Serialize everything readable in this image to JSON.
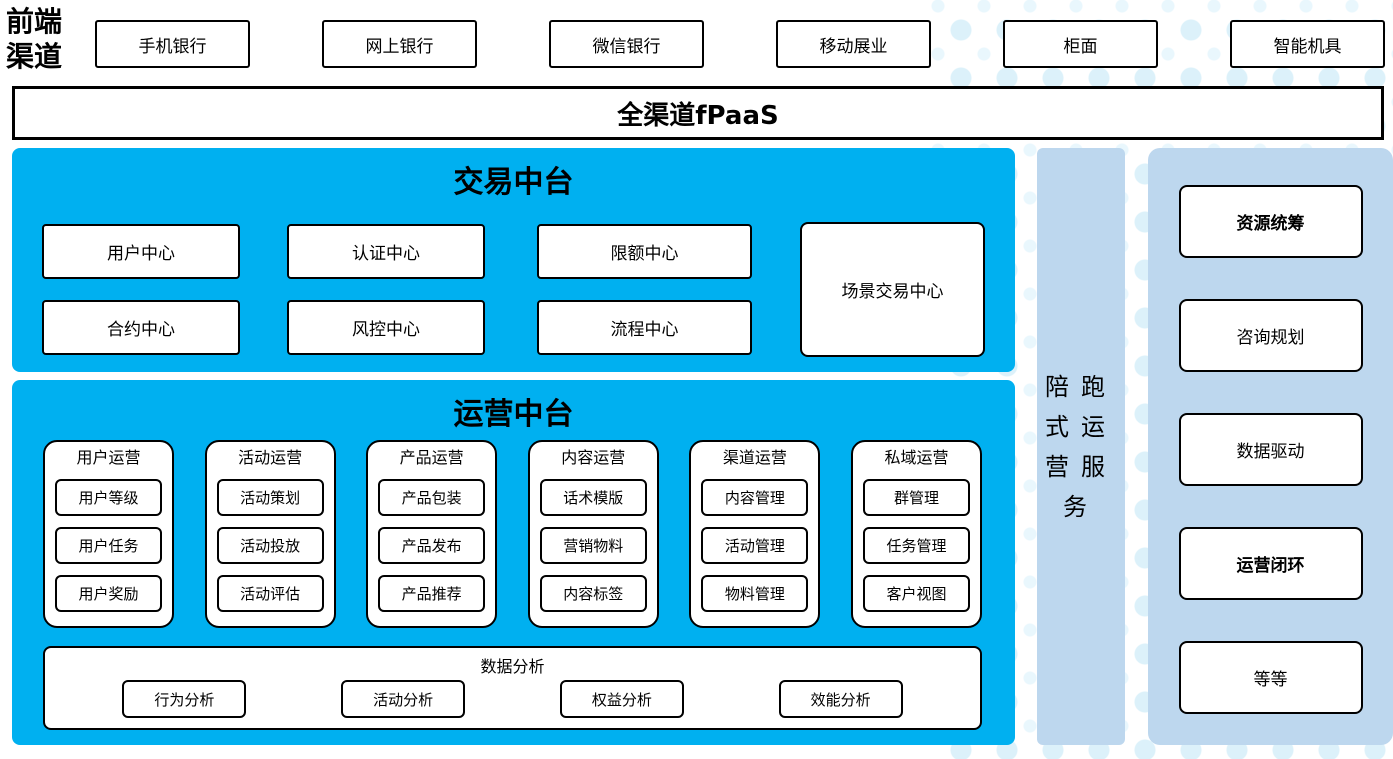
{
  "front_channels": {
    "label": "前端渠道",
    "items": [
      "手机银行",
      "网上银行",
      "微信银行",
      "移动展业",
      "柜面",
      "智能机具"
    ]
  },
  "fpaas": {
    "label": "全渠道fPaaS"
  },
  "trade_platform": {
    "title": "交易中台",
    "centers": [
      "用户中心",
      "认证中心",
      "限额中心",
      "合约中心",
      "风控中心",
      "流程中心"
    ],
    "scenario_center": "场景交易中心"
  },
  "ops_platform": {
    "title": "运营中台",
    "groups": [
      {
        "title": "用户运营",
        "items": [
          "用户等级",
          "用户任务",
          "用户奖励"
        ]
      },
      {
        "title": "活动运营",
        "items": [
          "活动策划",
          "活动投放",
          "活动评估"
        ]
      },
      {
        "title": "产品运营",
        "items": [
          "产品包装",
          "产品发布",
          "产品推荐"
        ]
      },
      {
        "title": "内容运营",
        "items": [
          "话术模版",
          "营销物料",
          "内容标签"
        ]
      },
      {
        "title": "渠道运营",
        "items": [
          "内容管理",
          "活动管理",
          "物料管理"
        ]
      },
      {
        "title": "私域运营",
        "items": [
          "群管理",
          "任务管理",
          "客户视图"
        ]
      }
    ],
    "analysis": {
      "title": "数据分析",
      "items": [
        "行为分析",
        "活动分析",
        "权益分析",
        "效能分析"
      ]
    }
  },
  "runner_service": {
    "label": "陪跑式运营服务"
  },
  "right_panel": {
    "items": [
      {
        "label": "资源统筹"
      },
      {
        "label": "咨询规划"
      },
      {
        "label": "数据驱动"
      },
      {
        "label": "运营闭环"
      },
      {
        "label": "等等"
      }
    ]
  },
  "colors": {
    "accent_blue": "#00B0F0",
    "panel_blue": "#BDD7EE",
    "dot_blue": "#DCF1FA"
  }
}
